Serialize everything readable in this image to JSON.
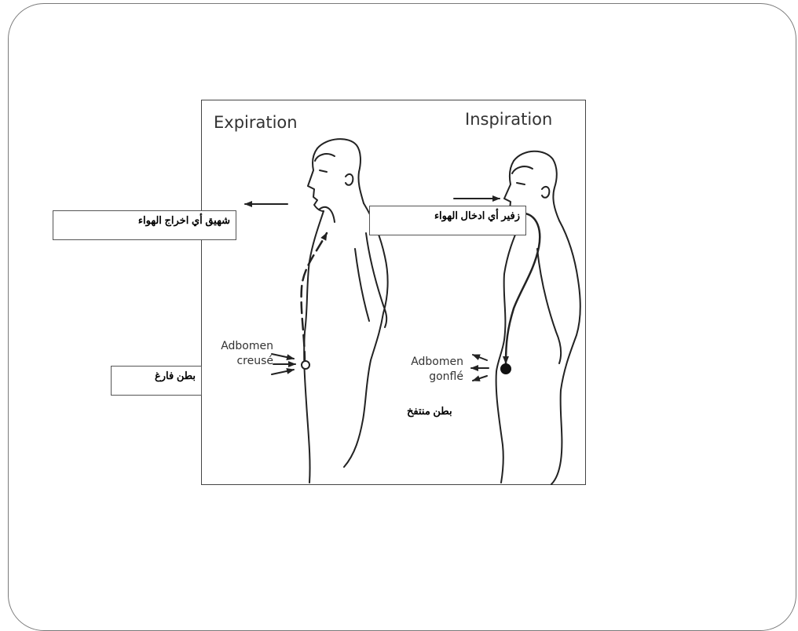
{
  "diagram": {
    "expiration_heading": "Expiration",
    "inspiration_heading": "Inspiration",
    "expiration_abdomen": {
      "line1": "Adbomen",
      "line2": "creusé"
    },
    "inspiration_abdomen": {
      "line1": "Adbomen",
      "line2": "gonflé"
    }
  },
  "arabic_labels": {
    "expiration_caption": "شهيق أي اخراج الهواء",
    "inspiration_caption": "زفير أي ادخال الهواء",
    "empty_belly": "بطن فارغ",
    "inflated_belly": "بطن منتفخ"
  }
}
